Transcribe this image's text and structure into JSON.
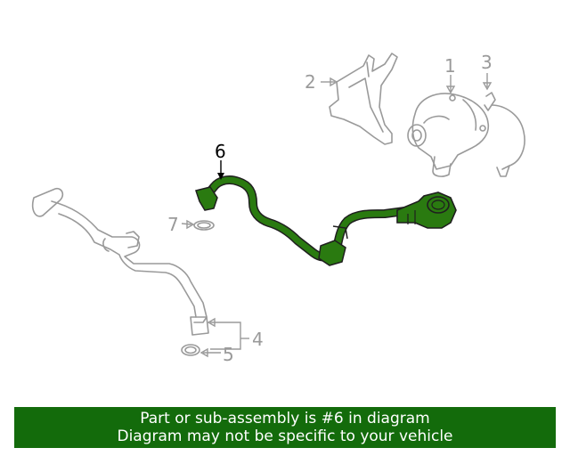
{
  "colors": {
    "highlight_part": "#2a7a10",
    "part_outline": "#9a9a9a",
    "callout_text_inactive": "#9a9a9a",
    "callout_text_active": "#000000",
    "banner_bg": "#136b0b",
    "banner_text": "#ffffff"
  },
  "callouts": {
    "c1": "1",
    "c2": "2",
    "c3": "3",
    "c4": "4",
    "c5": "5",
    "c6": "6",
    "c7": "7"
  },
  "highlighted_callout": "6",
  "banner": {
    "line1": "Part or sub-assembly is #6 in diagram",
    "line2": "Diagram may not be specific to your vehicle"
  }
}
